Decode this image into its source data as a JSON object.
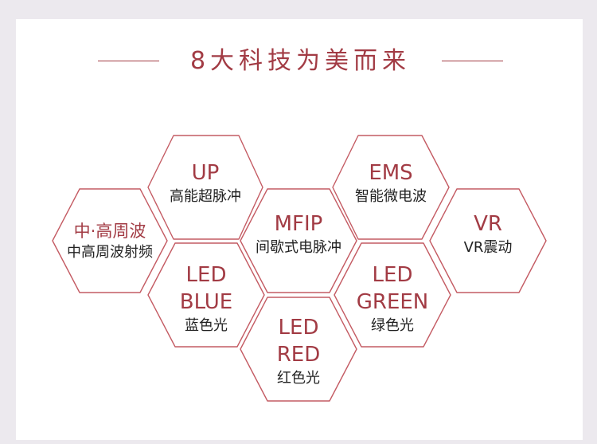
{
  "title": "8大科技为美而来",
  "hexes": {
    "up": {
      "line1": "UP",
      "line2": "高能超脉冲"
    },
    "ems": {
      "line1": "EMS",
      "line2": "智能微电波"
    },
    "rf": {
      "line1": "中·高周波",
      "line2": "中高周波射频"
    },
    "mfip": {
      "line1": "MFIP",
      "line2": "间歇式电脉冲"
    },
    "vr": {
      "line1": "VR",
      "line2": "VR震动"
    },
    "blue": {
      "line1": "LED",
      "line2": "BLUE",
      "line3": "蓝色光"
    },
    "green": {
      "line1": "LED",
      "line2": "GREEN",
      "line3": "绿色光"
    },
    "red": {
      "line1": "LED",
      "line2": "RED",
      "line3": "红色光"
    }
  },
  "colors": {
    "accent": "#a23b44",
    "hex_stroke": "#c45b63",
    "background": "#ece9ee",
    "card": "#ffffff"
  }
}
